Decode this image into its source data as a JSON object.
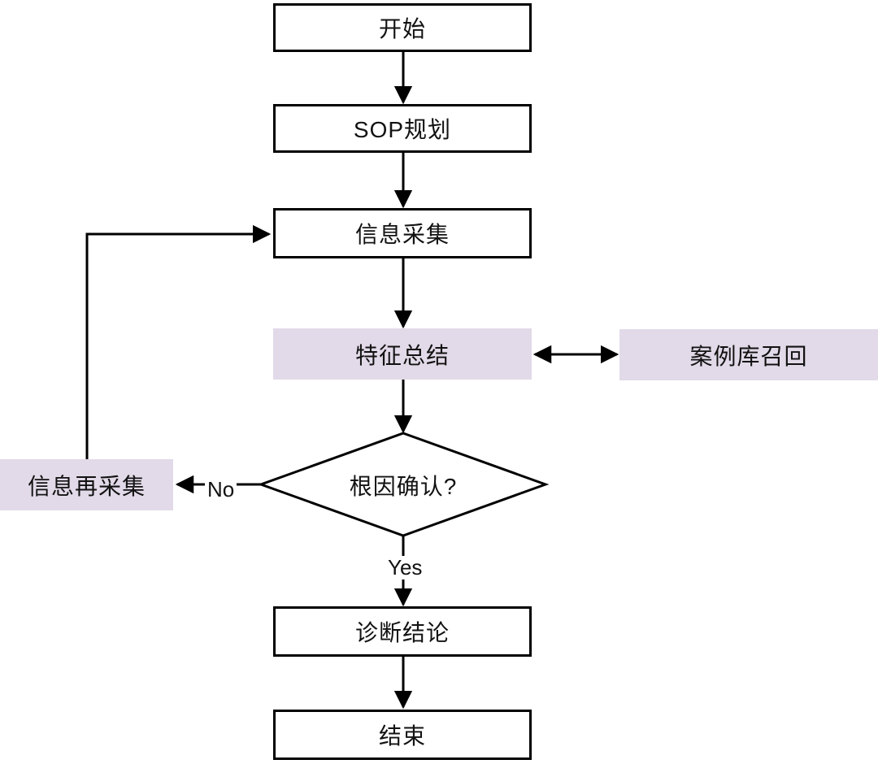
{
  "diagram": {
    "type": "flowchart",
    "nodes": {
      "start": {
        "label": "开始",
        "shape": "rect",
        "fill": "#FFFFFF"
      },
      "sop_planning": {
        "label": "SOP规划",
        "shape": "rect",
        "fill": "#FFFFFF"
      },
      "info_collection": {
        "label": "信息采集",
        "shape": "rect",
        "fill": "#FFFFFF"
      },
      "feature_summary": {
        "label": "特征总结",
        "shape": "rect",
        "fill": "#E2DAE8"
      },
      "case_library_recall": {
        "label": "案例库召回",
        "shape": "rect",
        "fill": "#E2DAE8"
      },
      "root_cause_decision": {
        "label": "根因确认?",
        "shape": "diamond",
        "fill": "#FFFFFF"
      },
      "info_recollection": {
        "label": "信息再采集",
        "shape": "rect",
        "fill": "#E2DAE8"
      },
      "diagnosis_conclusion": {
        "label": "诊断结论",
        "shape": "rect",
        "fill": "#FFFFFF"
      },
      "end": {
        "label": "结束",
        "shape": "rect",
        "fill": "#FFFFFF"
      }
    },
    "edges": [
      {
        "from": "start",
        "to": "sop_planning",
        "label": ""
      },
      {
        "from": "sop_planning",
        "to": "info_collection",
        "label": ""
      },
      {
        "from": "info_collection",
        "to": "feature_summary",
        "label": ""
      },
      {
        "from": "feature_summary",
        "to": "case_library_recall",
        "label": "",
        "bidirectional": true
      },
      {
        "from": "feature_summary",
        "to": "root_cause_decision",
        "label": ""
      },
      {
        "from": "root_cause_decision",
        "to": "info_recollection",
        "label": "No"
      },
      {
        "from": "info_recollection",
        "to": "info_collection",
        "label": ""
      },
      {
        "from": "root_cause_decision",
        "to": "diagnosis_conclusion",
        "label": "Yes"
      },
      {
        "from": "diagnosis_conclusion",
        "to": "end",
        "label": ""
      }
    ],
    "edge_labels": {
      "no": "No",
      "yes": "Yes"
    },
    "colors": {
      "line": "#000000",
      "text": "#121212",
      "node_fill": "#FFFFFF",
      "highlight_fill": "#E2DAE8"
    }
  }
}
